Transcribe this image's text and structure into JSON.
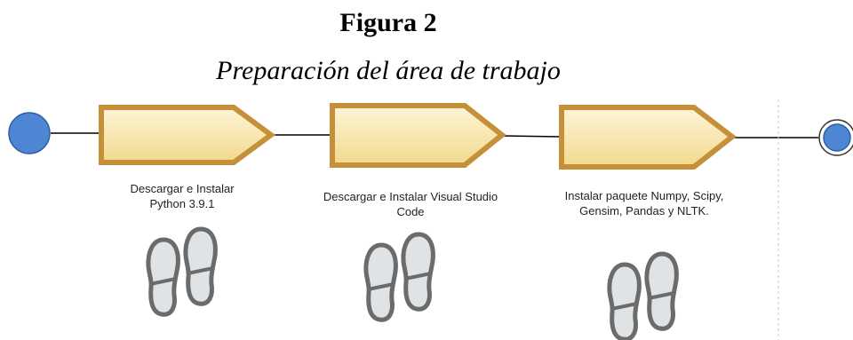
{
  "figure": {
    "label": "Figura 2",
    "title": "Preparación del área de trabajo"
  },
  "steps": [
    {
      "label": "Descargar e Instalar Python 3.9.1"
    },
    {
      "label": "Descargar e Instalar Visual Studio Code"
    },
    {
      "label": "Instalar paquete Numpy, Scipy, Gensim, Pandas y NLTK."
    }
  ],
  "colors": {
    "event": "#4f86d3",
    "task_fill_top": "#fdf5d8",
    "task_fill_bottom": "#f2d98c",
    "task_border": "#c4913a",
    "footprint": "#6b6b6b",
    "connector": "#000000"
  }
}
